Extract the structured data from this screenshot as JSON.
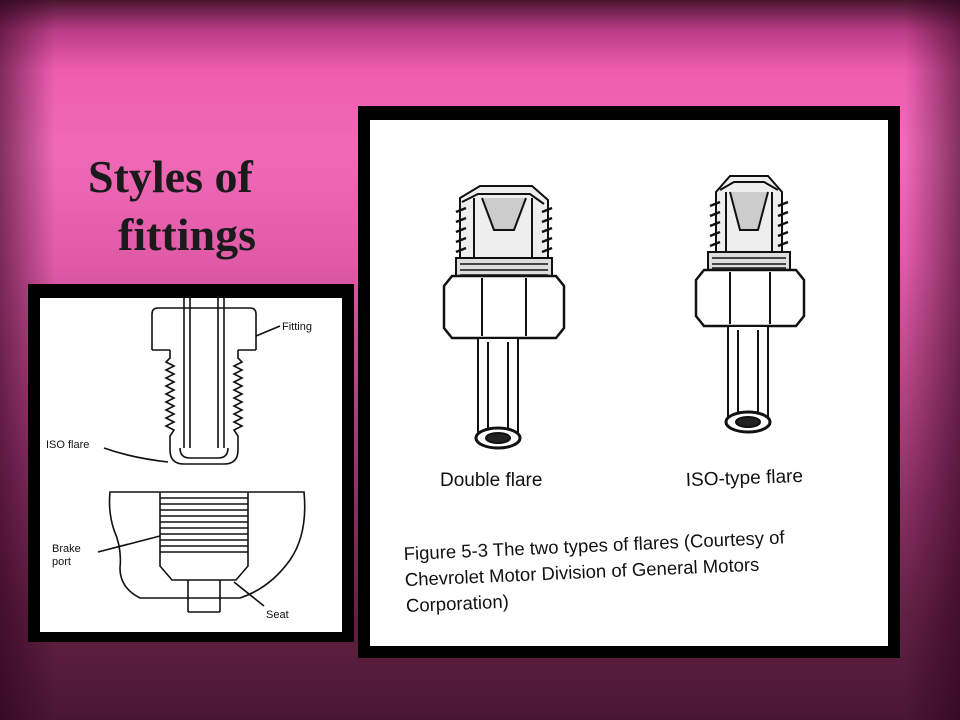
{
  "slide": {
    "title_line1": "Styles of",
    "title_line2": "fittings"
  },
  "left_figure": {
    "label_fitting": "Fitting",
    "label_iso_flare": "ISO flare",
    "label_brake_port_1": "Brake",
    "label_brake_port_2": "port",
    "label_seat": "Seat"
  },
  "right_figure": {
    "label_double_flare": "Double flare",
    "label_iso_type_flare": "ISO-type flare",
    "caption_line1": "Figure 5-3  The two types of flares  (Courtesy of",
    "caption_line2": "Chevrolet Motor Division of General Motors",
    "caption_line3": "Corporation)"
  },
  "colors": {
    "background_top": "#f06ab8",
    "background_bottom": "#4a1732",
    "title": "#1a1a1a",
    "frame": "#000000"
  }
}
